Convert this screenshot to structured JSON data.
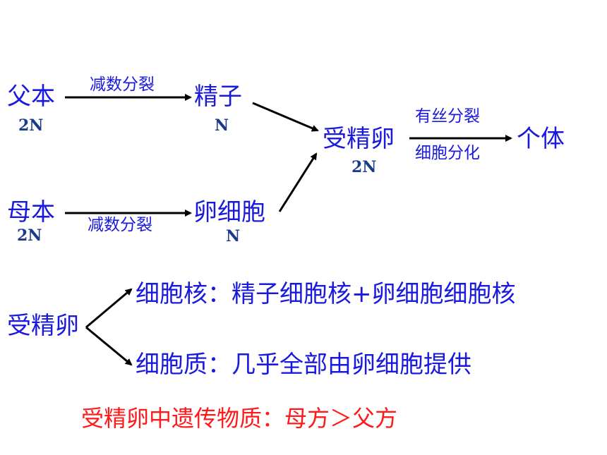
{
  "top": {
    "father": "父本",
    "father_ploidy": "2N",
    "mother": "母本",
    "mother_ploidy": "2N",
    "meiosis_top": "减数分裂",
    "meiosis_bottom": "减数分裂",
    "sperm": "精子",
    "sperm_ploidy": "N",
    "egg": "卵细胞",
    "egg_ploidy": "N",
    "zygote": "受精卵",
    "zygote_ploidy": "2N",
    "mitosis": "有丝分裂",
    "differentiation": "细胞分化",
    "individual": "个体"
  },
  "bottom": {
    "zygote": "受精卵",
    "nucleus_line": "细胞核：精子细胞核+卵细胞细胞核",
    "cytoplasm_line": "细胞质：几乎全部由卵细胞提供",
    "conclusion": "受精卵中遗传物质：母方＞父方"
  },
  "colors": {
    "text": "#1a1adc",
    "ploidy": "#1a3a8a",
    "highlight": "#ff1a1a",
    "arrow": "#000000"
  }
}
